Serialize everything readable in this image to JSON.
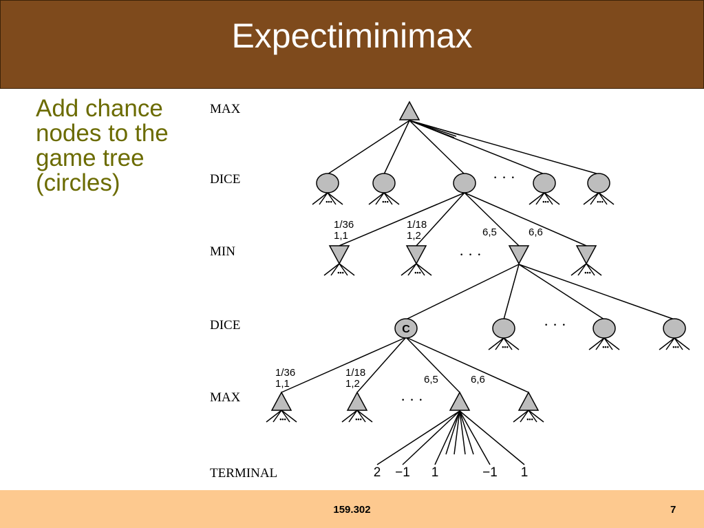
{
  "header": {
    "title": "Expectiminimax"
  },
  "bullet": {
    "text": "Add chance nodes to the game tree (circles)"
  },
  "diagram": {
    "levels": [
      "MAX",
      "DICE",
      "MIN",
      "DICE",
      "MAX",
      "TERMINAL"
    ],
    "chance_node_label": "C",
    "ellipsis": "· · ·",
    "stub_ellipsis": "•••",
    "edge_labels": {
      "level1": [
        {
          "prob": "1/36",
          "roll": "1,1"
        },
        {
          "prob": "1/18",
          "roll": "1,2"
        },
        {
          "roll": "6,5"
        },
        {
          "roll": "6,6"
        }
      ],
      "level2": [
        {
          "prob": "1/36",
          "roll": "1,1"
        },
        {
          "prob": "1/18",
          "roll": "1,2"
        },
        {
          "roll": "6,5"
        },
        {
          "roll": "6,6"
        }
      ]
    },
    "terminal_values": [
      "2",
      "−1",
      "1",
      "−1",
      "1"
    ]
  },
  "footer": {
    "course": "159.302",
    "page": "7"
  }
}
